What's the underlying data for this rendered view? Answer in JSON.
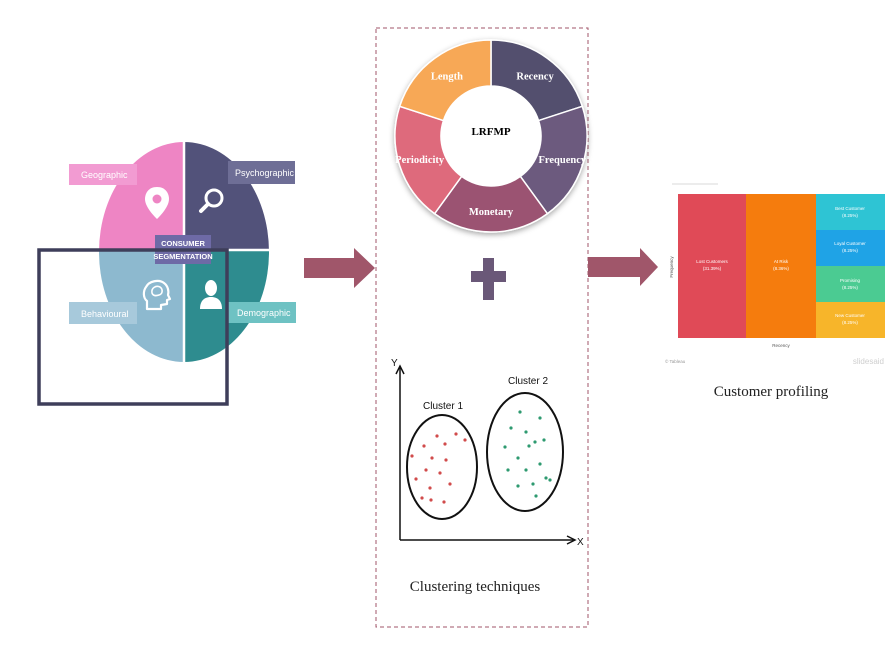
{
  "segmentation": {
    "center_label_line1": "CONSUMER",
    "center_label_line2": "SEGMENTATION",
    "quadrants": [
      {
        "label": "Geographic",
        "icon": "location-pin-icon",
        "color": "#EE85C4"
      },
      {
        "label": "Psychographic",
        "icon": "magnifier-icon",
        "color": "#52527A"
      },
      {
        "label": "Behavioural",
        "icon": "head-brain-icon",
        "color": "#8DB9CF"
      },
      {
        "label": "Demographic",
        "icon": "person-icon",
        "color": "#2E8C8F"
      }
    ]
  },
  "lrfmp": {
    "center_label": "LRFMP",
    "segments": [
      {
        "label": "Length",
        "color": "#F7A857"
      },
      {
        "label": "Recency",
        "color": "#52506E"
      },
      {
        "label": "Frequency",
        "color": "#6C5A7E"
      },
      {
        "label": "Monetary",
        "color": "#9B5372"
      },
      {
        "label": "Periodicity",
        "color": "#DE6A7C"
      }
    ]
  },
  "clusters": {
    "y_axis": "Y",
    "x_axis": "X",
    "cluster1_label": "Cluster 1",
    "cluster2_label": "Cluster 2",
    "cluster1_color": "#D14B4B",
    "cluster2_color": "#2E9A70",
    "caption": "Clustering techniques"
  },
  "profiling": {
    "y_axis": "Frequency",
    "x_axis": "Recency",
    "watermark": "slidesaid",
    "footer_left": "© Tableau",
    "caption": "Customer profiling",
    "cells": [
      {
        "label": "Lost Customers",
        "value": "(31.39%)",
        "color": "#E04A57"
      },
      {
        "label": "At Risk",
        "value": "(8.36%)",
        "color": "#F57C0D"
      },
      {
        "label": "Best Customer",
        "value": "(8.25%)",
        "color": "#2EC4D4"
      },
      {
        "label": "Loyal Customer",
        "value": "(8.25%)",
        "color": "#1FA3E6"
      },
      {
        "label": "Promising",
        "value": "(8.25%)",
        "color": "#4BCB92"
      },
      {
        "label": "New Customer",
        "value": "(8.25%)",
        "color": "#F7B52A"
      }
    ]
  },
  "arrow_color": "#A0566A",
  "outline_color": "#3E3E5A"
}
